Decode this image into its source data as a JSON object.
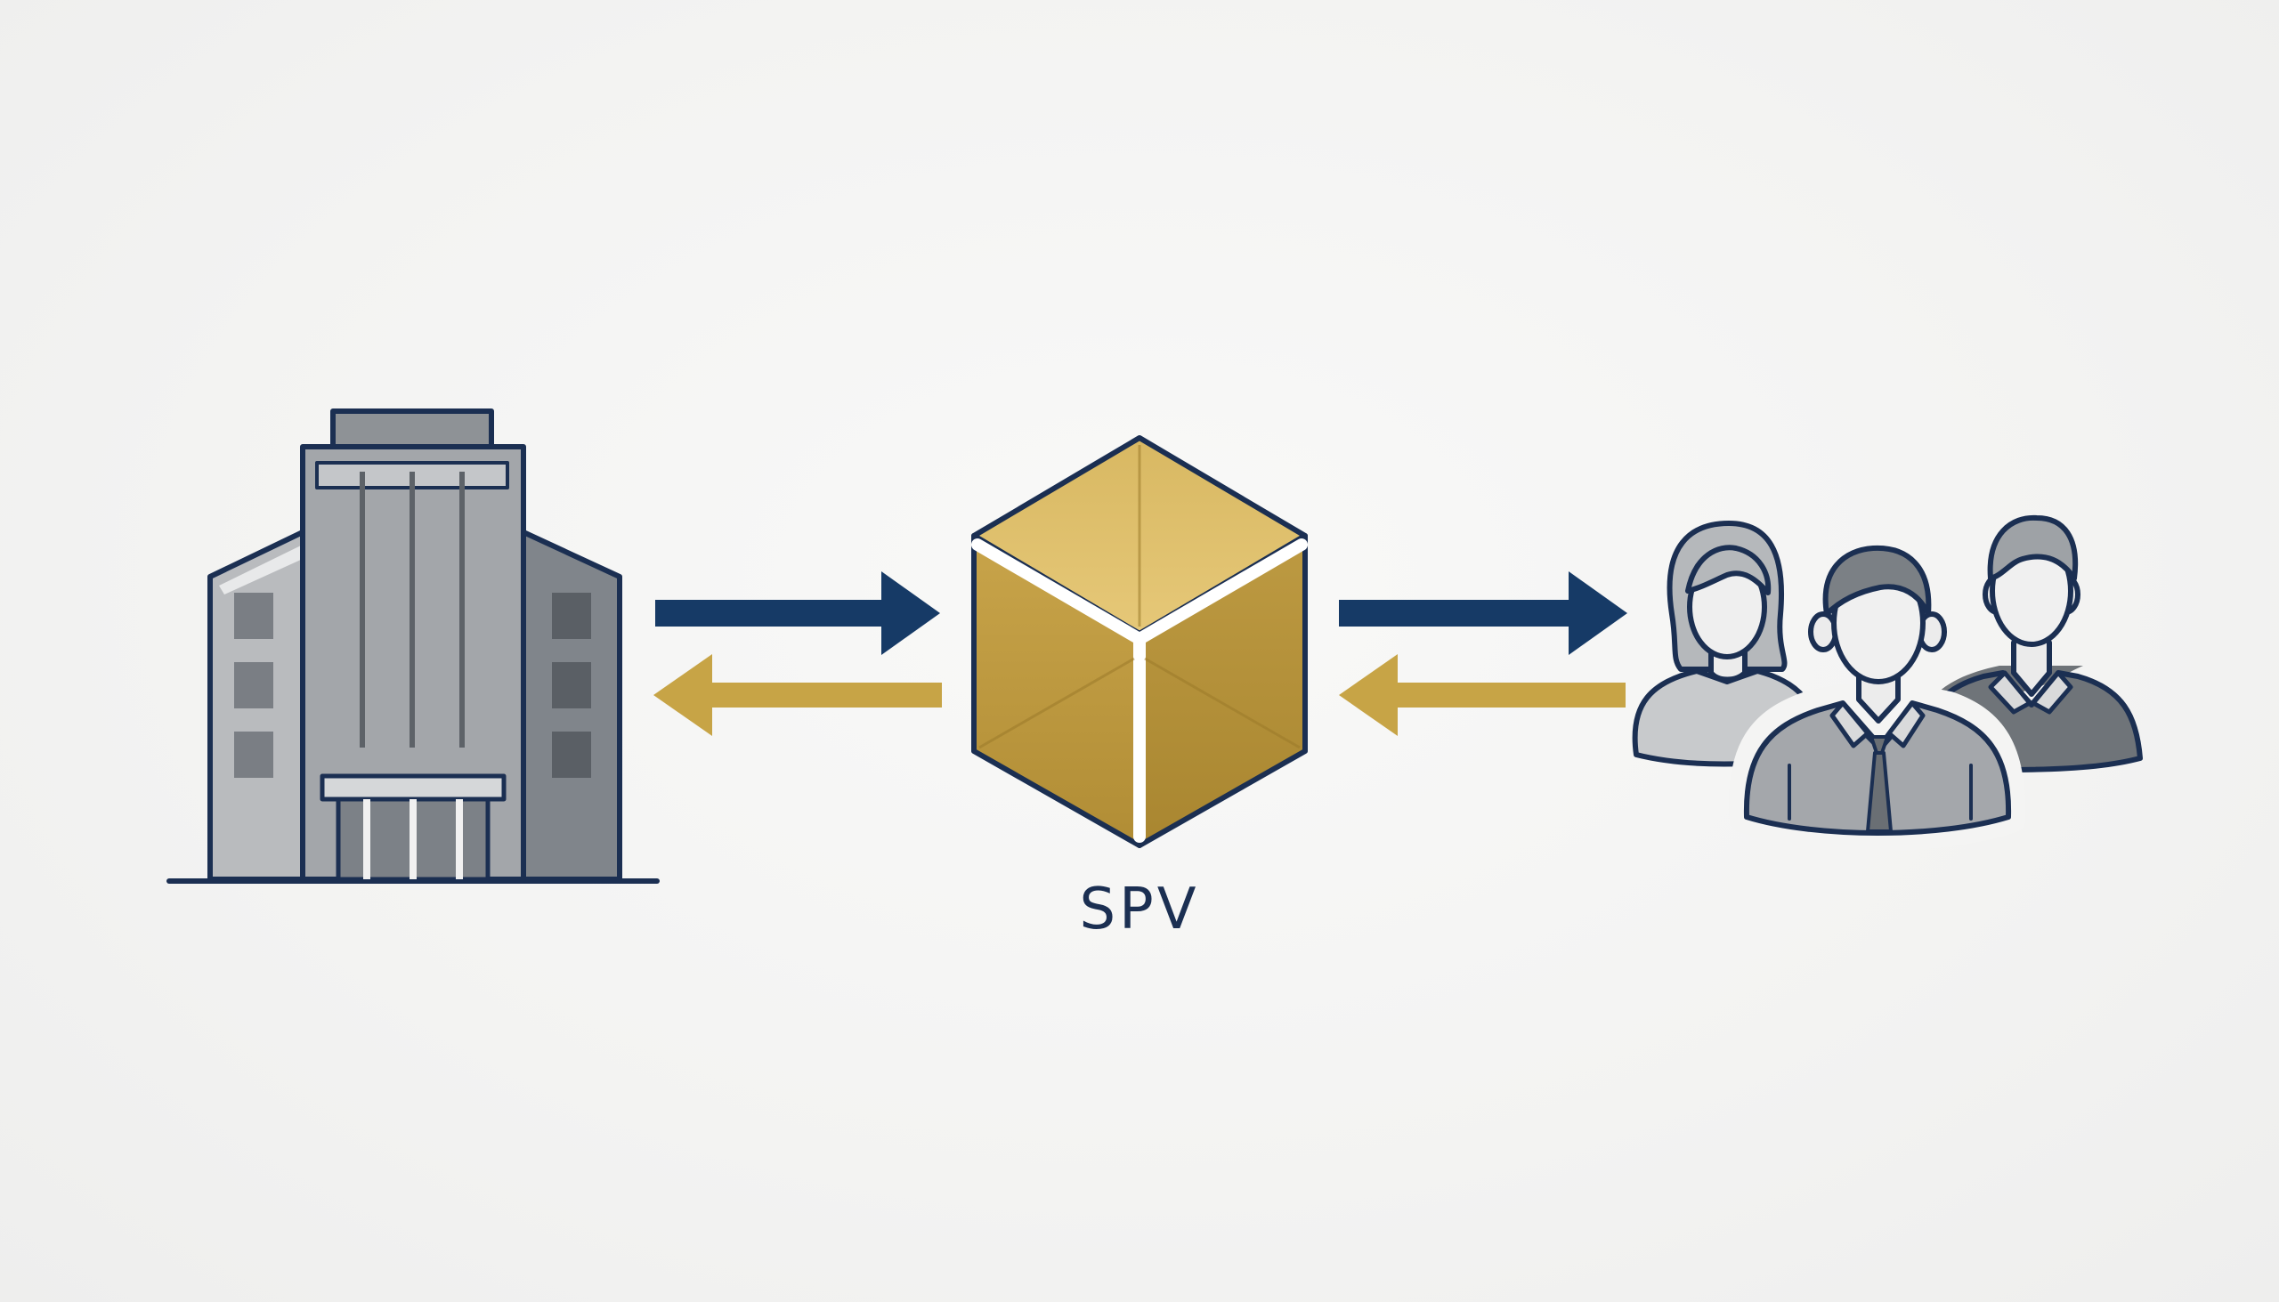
{
  "diagram": {
    "center_label": "SPV",
    "nodes": [
      {
        "id": "company",
        "icon": "office-building-icon"
      },
      {
        "id": "spv",
        "icon": "cube-icon"
      },
      {
        "id": "investors",
        "icon": "people-group-icon"
      }
    ],
    "arrows": [
      {
        "from": "company",
        "to": "spv",
        "color": "#163a66"
      },
      {
        "from": "spv",
        "to": "company",
        "color": "#c7a446"
      },
      {
        "from": "spv",
        "to": "investors",
        "color": "#163a66"
      },
      {
        "from": "investors",
        "to": "spv",
        "color": "#c7a446"
      }
    ],
    "colors": {
      "navy": "#163a66",
      "gold": "#c7a446",
      "gray_light": "#b8babd",
      "gray_mid": "#8e9296",
      "gray_dark": "#6c7075",
      "background": "#f4f4f3"
    }
  }
}
